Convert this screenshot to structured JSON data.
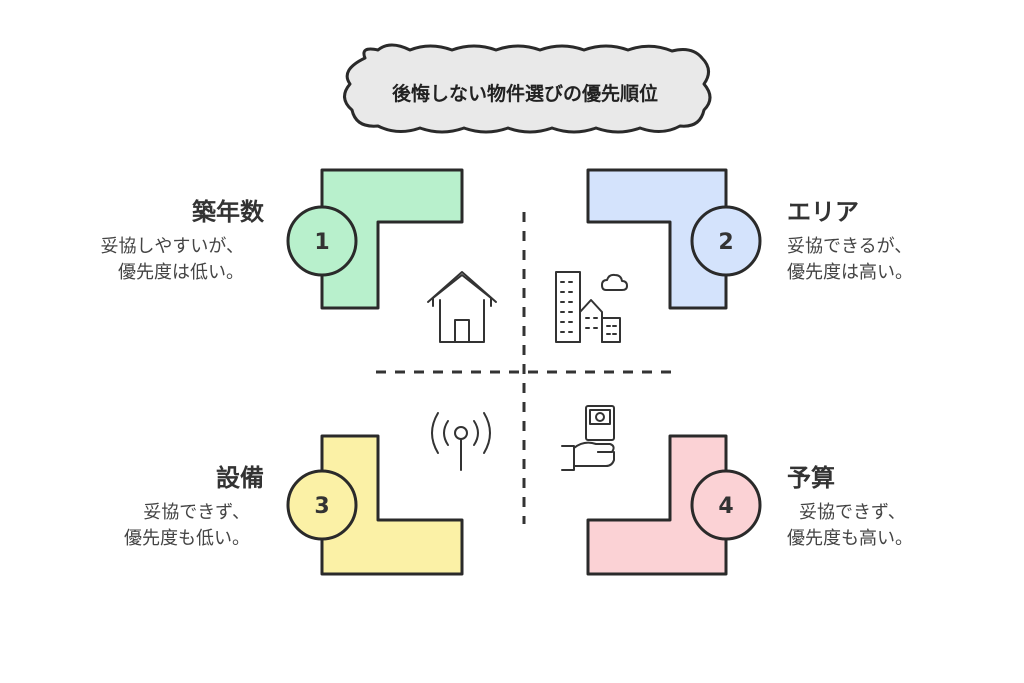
{
  "title": "後悔しない物件選びの優先順位",
  "quadrants": [
    {
      "number": "1",
      "heading": "築年数",
      "desc_line1": "妥協しやすいが、",
      "desc_line2": "優先度は低い。",
      "color": "#b8f0cc",
      "icon": "house-icon"
    },
    {
      "number": "2",
      "heading": "エリア",
      "desc_line1": "妥協できるが、",
      "desc_line2": "優先度は高い。",
      "color": "#d4e3fc",
      "icon": "city-buildings-icon"
    },
    {
      "number": "3",
      "heading": "設備",
      "desc_line1": "妥協できず、",
      "desc_line2": "優先度も低い。",
      "color": "#fbf1a6",
      "icon": "antenna-signal-icon"
    },
    {
      "number": "4",
      "heading": "予算",
      "desc_line1": "妥協できず、",
      "desc_line2": "優先度も高い。",
      "color": "#fbd2d5",
      "icon": "hand-money-icon"
    }
  ]
}
